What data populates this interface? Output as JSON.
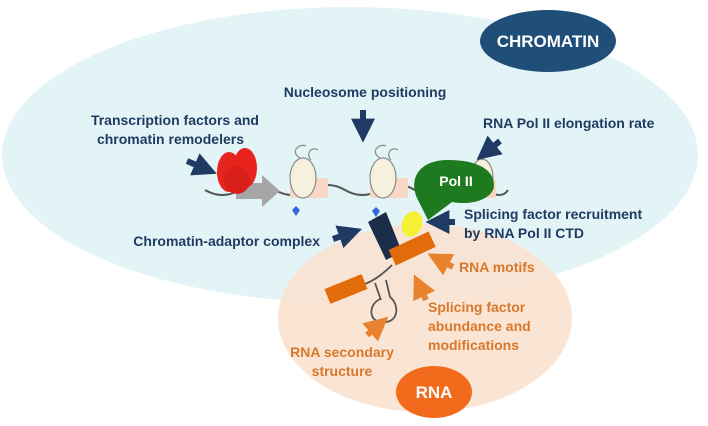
{
  "chromatin_label": "CHROMATIN",
  "rna_label": "RNA",
  "pol2_label": "Pol II",
  "labels": {
    "nucleosome_positioning": "Nucleosome positioning",
    "tf_line1": "Transcription factors  and",
    "tf_line2": "chromatin remodelers",
    "elongation": "RNA Pol II elongation rate",
    "adaptor": "Chromatin-adaptor complex",
    "splicing_recruit_line1": "Splicing factor recruitment",
    "splicing_recruit_line2": "by RNA Pol II CTD",
    "rna_motifs": "RNA motifs",
    "abundance_line1": "Splicing factor",
    "abundance_line2": "abundance and",
    "abundance_line3": "modifications",
    "secondary_line1": "RNA secondary",
    "secondary_line2": "structure"
  },
  "colors": {
    "chromatin_region": "#daf0f4",
    "rna_region": "#f9e2d0",
    "chromatin_badge": "#1f4e79",
    "rna_badge": "#f26b1d",
    "blue_text": "#1f3b63",
    "orange_text": "#d9782a",
    "pol2": "#1e7a1e",
    "exon": "#e36c0a",
    "tf": "#e8231e",
    "splicing_factor": "#f5f033"
  }
}
